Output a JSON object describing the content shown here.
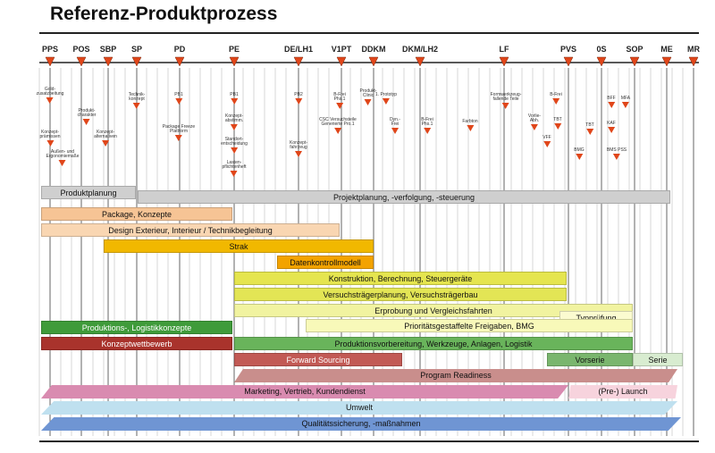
{
  "title": "Referenz-Produktprozess",
  "milestones": [
    "PPS",
    "POS",
    "SBP",
    "SP",
    "PD",
    "PE",
    "DE/LH1",
    "V1PT",
    "DDKM",
    "DKM/LH2",
    "LF",
    "PVS",
    "0S",
    "SOP",
    "ME",
    "MR"
  ],
  "activities": [
    {
      "text": "Gold-\nzusatzbeitung"
    },
    {
      "text": "Konzept-\nprämissen"
    },
    {
      "text": "Außen- und\nErgonomiemaße"
    },
    {
      "text": "Produkt-\ncharakter"
    },
    {
      "text": "Konzept-\nalternativen"
    },
    {
      "text": "Technik-\nkonzept"
    },
    {
      "text": "PB1"
    },
    {
      "text": "Package Freeze\nPlattform"
    },
    {
      "text": "PB1"
    },
    {
      "text": "Konzept-\nabstimm."
    },
    {
      "text": "Standort-\nentscheidung"
    },
    {
      "text": "Lasten-\npflichtenheft"
    },
    {
      "text": "PB2"
    },
    {
      "text": "Konzept-\nfahrzeug"
    },
    {
      "text": "B-Frei\nPhs.1"
    },
    {
      "text": "CSC Versuchsteile\nGenerierte Pro.1"
    },
    {
      "text": "Produkt-\nClinic"
    },
    {
      "text": "1. Prototyp"
    },
    {
      "text": "Dyn.-\nFrei"
    },
    {
      "text": "B-Frei\nPhs.1"
    },
    {
      "text": "Farbton"
    },
    {
      "text": "Formwerkzeug-\nfallende Teile"
    },
    {
      "text": "B-Frei"
    },
    {
      "text": "Vorlie-\nAbh."
    },
    {
      "text": "TBT"
    },
    {
      "text": "VFF"
    },
    {
      "text": "BMG"
    },
    {
      "text": "TBT"
    },
    {
      "text": "BFF"
    },
    {
      "text": "MFA"
    },
    {
      "text": "KAF"
    },
    {
      "text": "BMS PSS"
    }
  ],
  "phases": [
    {
      "label": "Produktplanung",
      "color": "#cfcfcf"
    },
    {
      "label": "Projektplanung, -verfolgung, -steuerung",
      "color": "#cfcfcf"
    },
    {
      "label": "Package, Konzepte",
      "color": "#f6c495"
    },
    {
      "label": "Design Exterieur, Interieur / Technikbegleitung",
      "color": "#f9d6b2"
    },
    {
      "label": "Strak",
      "color": "#f1b800"
    },
    {
      "label": "Datenkontrollmodell",
      "color": "#f3a300"
    },
    {
      "label": "Konstruktion, Berechnung, Steuergeräte",
      "color": "#e5e54f"
    },
    {
      "label": "Versuchsträgerplanung, Versuchsträgerbau",
      "color": "#e3e555"
    },
    {
      "label": "Erprobung und Vergleichsfahrten",
      "color": "#f1f3a0"
    },
    {
      "label": "Typprüfung",
      "color": "#fbfbd0"
    },
    {
      "label": "Prioritätsgestaffelte Freigaben, BMG",
      "color": "#f8f9b9"
    },
    {
      "label": "Produktions-, Logistikkonzepte",
      "color": "#3f9b3a"
    },
    {
      "label": "Konzeptwettbewerb",
      "color": "#a9332c"
    },
    {
      "label": "Produktionsvorbereitung, Werkzeuge, Anlagen, Logistik",
      "color": "#69b45b"
    },
    {
      "label": "Forward Sourcing",
      "color": "#c25a55"
    },
    {
      "label": "Vorserie",
      "color": "#7ab66e"
    },
    {
      "label": "Serie",
      "color": "#d8ecd0"
    },
    {
      "label": "Program Readiness",
      "color": "#c98e8c"
    },
    {
      "label": "Marketing, Vertrieb, Kundendienst",
      "color": "#d98bb0"
    },
    {
      "label": "(Pre-) Launch",
      "color": "#f7d3dd"
    },
    {
      "label": "Umwelt",
      "color": "#bfe0ef"
    },
    {
      "label": "Qualitätssicherung, -maßnahmen",
      "color": "#6f95d3"
    }
  ]
}
